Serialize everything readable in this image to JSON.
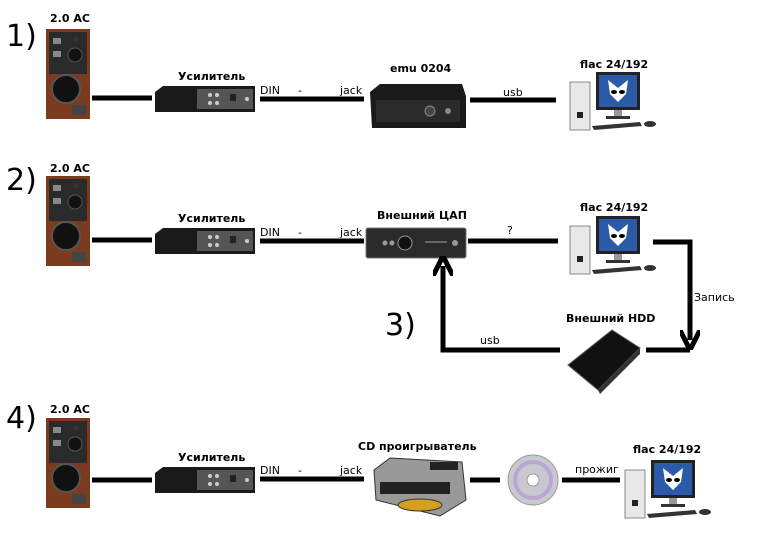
{
  "scenarios": [
    {
      "number": "1)",
      "speaker": "2.0 AC",
      "amp": "Усилитель",
      "cable_din": "DIN",
      "cable_dash": "-",
      "cable_jack": "jack",
      "source": "emu 0204",
      "link": "usb",
      "pc": "flac 24/192"
    },
    {
      "number": "2)",
      "speaker": "2.0 AC",
      "amp": "Усилитель",
      "cable_din": "DIN",
      "cable_dash": "-",
      "cable_jack": "jack",
      "source": "Внешний ЦАП",
      "link": "?",
      "pc": "flac 24/192"
    },
    {
      "number": "3)",
      "hdd": "Внешний HDD",
      "record": "Запись",
      "link": "usb"
    },
    {
      "number": "4)",
      "speaker": "2.0 AC",
      "amp": "Усилитель",
      "cable_din": "DIN",
      "cable_dash": "-",
      "cable_jack": "jack",
      "source": "CD проигрыватель",
      "link": "прожиг",
      "pc": "flac 24/192"
    }
  ],
  "colors": {
    "speaker_wood": "#7a3b1e",
    "device_black": "#1a1a1a",
    "screen_blue": "#2a5aa8",
    "disc": "#c8c8d0"
  }
}
